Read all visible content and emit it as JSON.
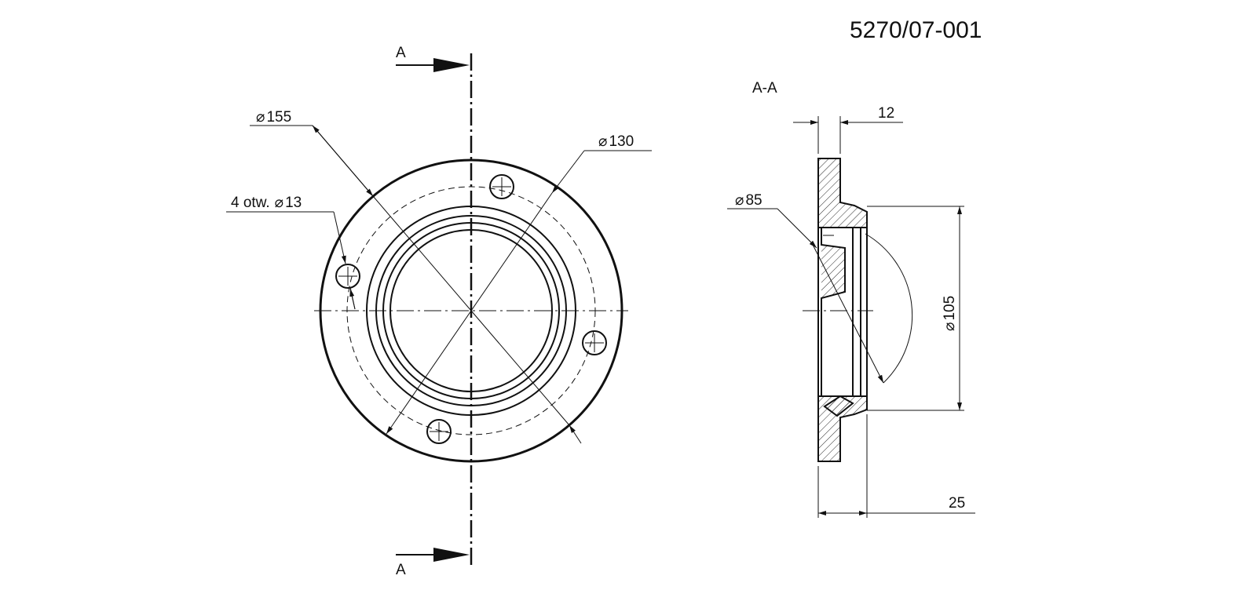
{
  "drawing": {
    "number": "5270/07-001",
    "section_marker": "A",
    "section_title": "A-A",
    "front_view": {
      "dim_outer": "155",
      "dim_bolt_circle": "130",
      "dim_holes": "13",
      "holes_prefix": "4 otw."
    },
    "section_view": {
      "dim_flange_thickness": "12",
      "dim_bore": "85",
      "dim_spigot": "105",
      "dim_overall_length": "25"
    },
    "symbols": {
      "diameter": "⌀"
    }
  }
}
